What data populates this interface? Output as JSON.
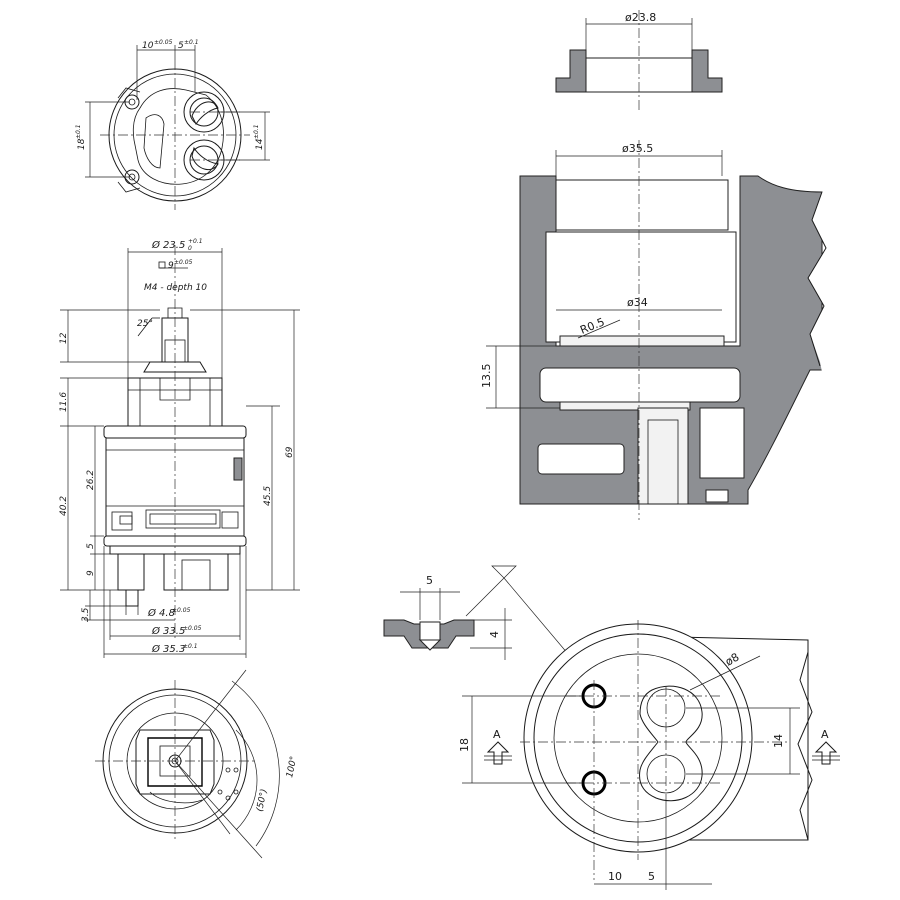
{
  "top_left_view": {
    "dim_10": "10",
    "dim_10_tol": "±0.05",
    "dim_5": "5",
    "dim_5_tol": "±0.1",
    "dim_18": "18",
    "dim_18_tol": "±0.1",
    "dim_14": "14",
    "dim_14_tol": "±0.1"
  },
  "side_view": {
    "dia_23_5": "Ø 23.5",
    "dia_23_5_tol": "+0.1",
    "dia_23_5_tol_lower": "0",
    "square_9": "9",
    "square_9_tol": "±0.05",
    "thread": "M4 - depth 10",
    "angle_25": "25°",
    "dim_12": "12",
    "dim_11_6": "11.6",
    "dim_26_2": "26.2",
    "dim_40_2": "40.2",
    "dim_5": "5",
    "dim_9": "9",
    "dim_3_5": "3.5",
    "dim_45_5": "45.5",
    "dim_69": "69",
    "dia_4_8": "Ø 4.8",
    "dia_4_8_tol": "±0.05",
    "dia_33_5": "Ø 33.5",
    "dia_33_5_tol": "±0.05",
    "dia_35_3": "Ø 35.3",
    "dia_35_3_tol": "±0.1"
  },
  "bottom_left_view": {
    "angle_100": "100°",
    "angle_50": "(50°)"
  },
  "ring_section": {
    "dia_23_8": "ø23.8"
  },
  "body_section": {
    "dia_35_5": "ø35.5",
    "dia_34": "ø34",
    "radius_0_5": "R0.5",
    "dim_13_5": "13.5"
  },
  "detail_section": {
    "dim_5": "5",
    "dim_4": "4"
  },
  "seat_view": {
    "dia_8": "ø8",
    "dim_18": "18",
    "dim_14": "14",
    "dim_10": "10",
    "dim_5": "5",
    "section_left": "A",
    "section_right": "A"
  }
}
